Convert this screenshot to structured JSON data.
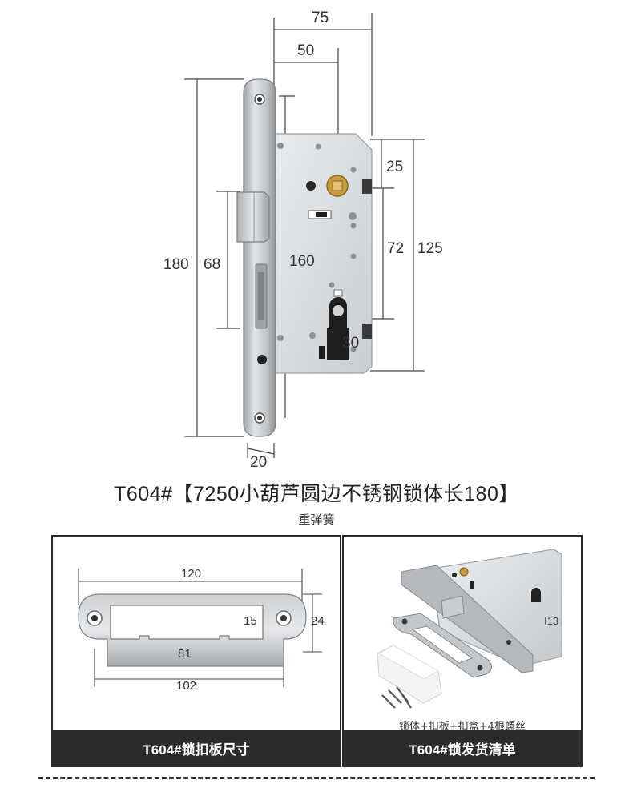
{
  "main_diagram": {
    "dimensions": {
      "width_total": "75",
      "width_backset": "50",
      "height_faceplate": "180",
      "height_latch": "68",
      "height_inner": "160",
      "top_offset": "25",
      "center_distance": "72",
      "body_height": "125",
      "cylinder": "30",
      "faceplate_width": "20"
    }
  },
  "title": "T604#【7250小葫芦圆边不锈钢锁体长180】",
  "subtitle": "重弹簧",
  "panel_left": {
    "dimensions": {
      "length": "120",
      "height": "24",
      "opening": "15",
      "inner": "81",
      "base": "102"
    },
    "caption": "T604#锁扣板尺寸"
  },
  "panel_right": {
    "label": "I13",
    "contents": "锁体+扣板+扣盒+4根螺丝",
    "caption": "T604#锁发货清单"
  },
  "colors": {
    "steel": "#b9bdc2",
    "steel_dark": "#8e9398",
    "body": "#d7dadd",
    "brass": "#c99a3a",
    "bar": "#2b2b2b"
  }
}
